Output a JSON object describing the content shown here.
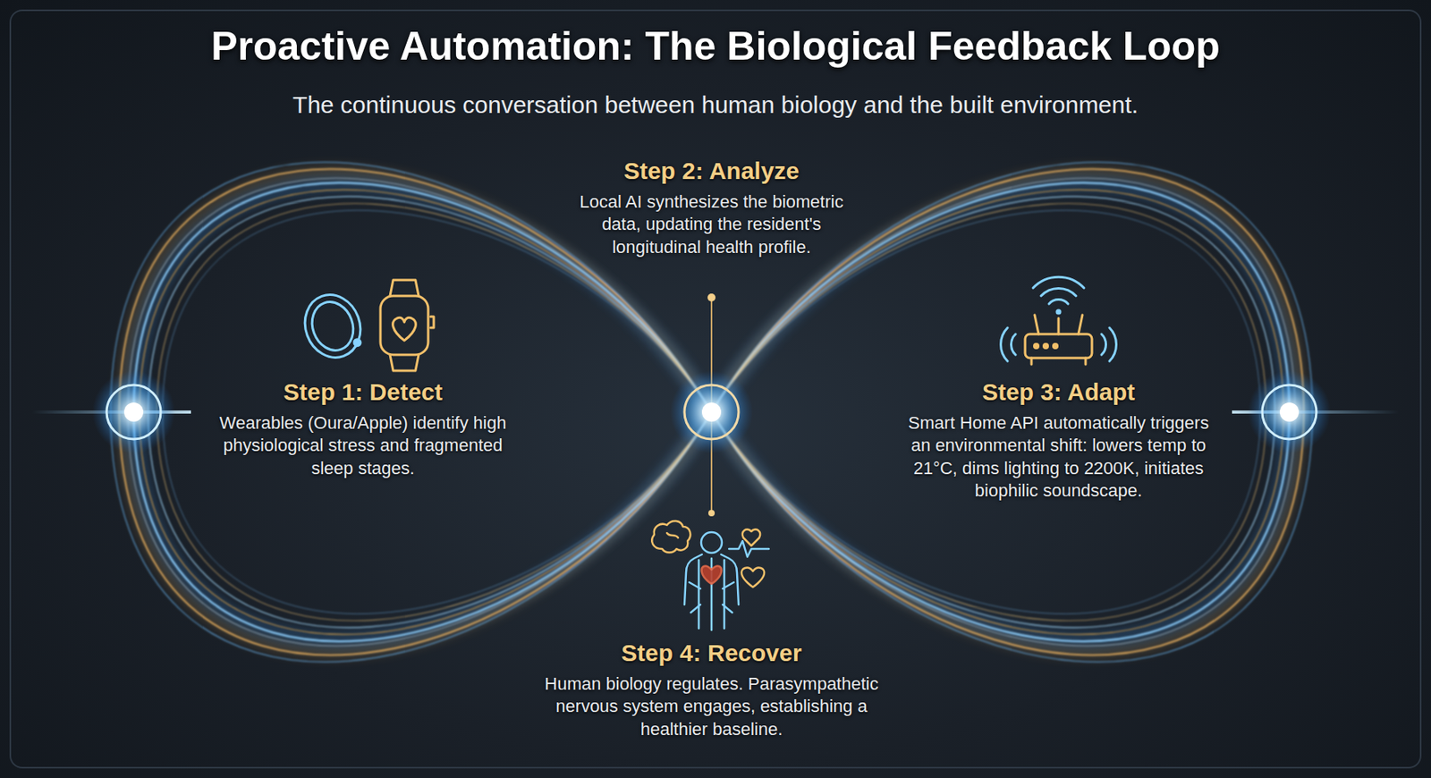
{
  "diagram": {
    "title": "Proactive Automation: The Biological Feedback Loop",
    "nodes": [
      {
        "text": [
          "Step 1: Detect",
          "Wearables (Oura/Apple) identify high physiological stress and fragmented sleep stages."
        ]
      },
      {
        "text": [
          "Step 2: Analyze",
          "Local AI synthesizes the biometric data, updating the resident's longitudinal health profile."
        ]
      },
      {
        "text": [
          "Step 3: Adapt",
          "Smart Home API automatically triggers an environmental shift: lowers temp to 21°C, dims lighting to 2200K, initiates biophilic soundscape."
        ]
      },
      {
        "text": [
          "Step 4: Recover",
          "Human biology regulates. Parasympathetic nervous system engages, establishing a healthier baseline."
        ]
      }
    ],
    "labels": [
      "The continuous conversation between human biology and the built environment."
    ]
  }
}
